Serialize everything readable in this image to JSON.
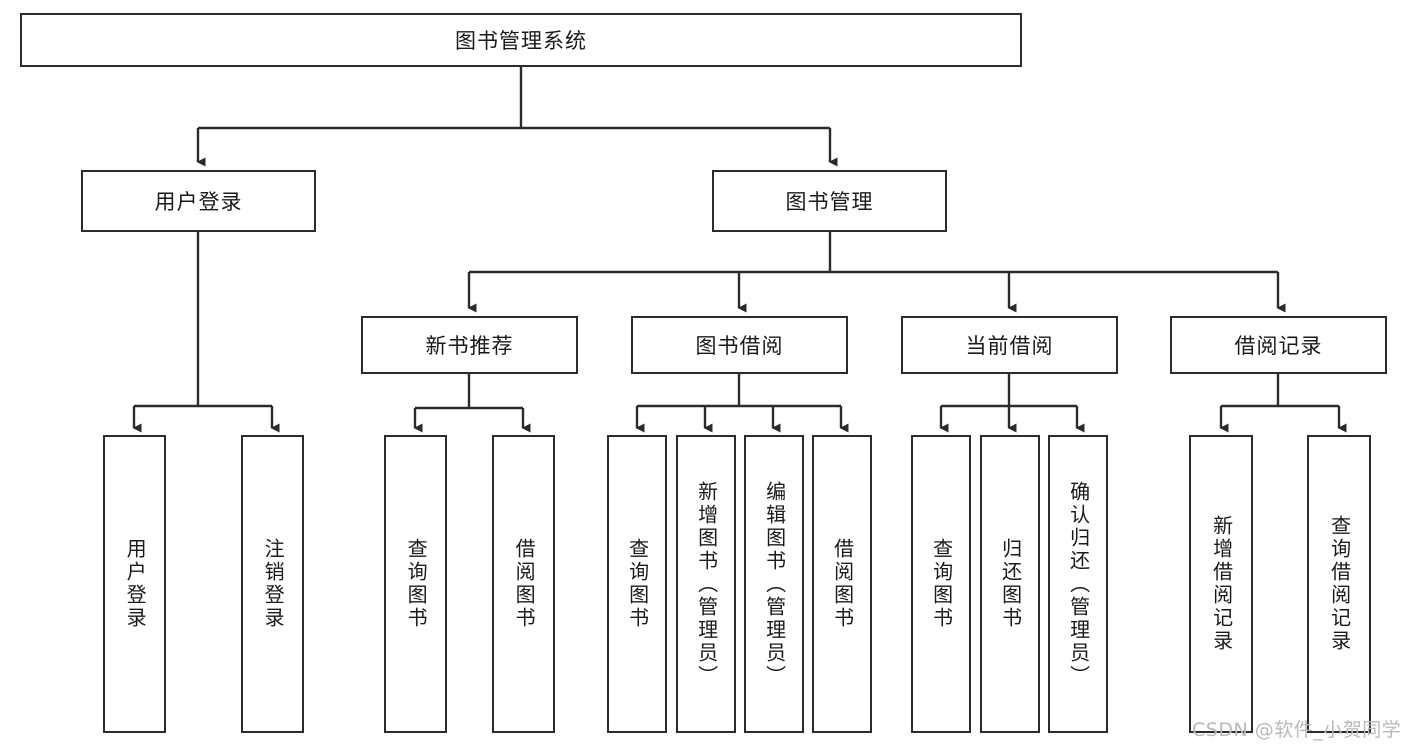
{
  "diagram": {
    "title_node": {
      "label": "图书管理系统"
    },
    "level2": [
      {
        "id": "user-login",
        "label": "用户登录"
      },
      {
        "id": "book-management",
        "label": "图书管理"
      }
    ],
    "level3": [
      {
        "id": "new-book-recommend",
        "label": "新书推荐"
      },
      {
        "id": "book-borrow",
        "label": "图书借阅"
      },
      {
        "id": "current-borrow",
        "label": "当前借阅"
      },
      {
        "id": "borrow-record",
        "label": "借阅记录"
      }
    ],
    "leaves": {
      "user_login": [
        {
          "id": "leaf-user-login",
          "label": "用户登录"
        },
        {
          "id": "leaf-logout-login",
          "label": "注销登录"
        }
      ],
      "new_book_recommend": [
        {
          "id": "leaf-query-book-1",
          "label": "查询图书"
        },
        {
          "id": "leaf-borrow-book-1",
          "label": "借阅图书"
        }
      ],
      "book_borrow": [
        {
          "id": "leaf-query-book-2",
          "label": "查询图书"
        },
        {
          "id": "leaf-add-book",
          "label": "新增图书（管理员）"
        },
        {
          "id": "leaf-edit-book",
          "label": "编辑图书（管理员）"
        },
        {
          "id": "leaf-borrow-book-2",
          "label": "借阅图书"
        }
      ],
      "current_borrow": [
        {
          "id": "leaf-query-book-3",
          "label": "查询图书"
        },
        {
          "id": "leaf-return-book",
          "label": "归还图书"
        },
        {
          "id": "leaf-confirm-return",
          "label": "确认归还（管理员）"
        }
      ],
      "borrow_record": [
        {
          "id": "leaf-add-borrow-record",
          "label": "新增借阅记录"
        },
        {
          "id": "leaf-query-borrow-record",
          "label": "查询借阅记录"
        }
      ]
    },
    "watermark": "CSDN @软件_小贺同学",
    "colors": {
      "stroke": "#2b2b2b",
      "fill": "#ffffff",
      "text": "#1a1a1a",
      "watermark": "#b9b9b9"
    }
  }
}
